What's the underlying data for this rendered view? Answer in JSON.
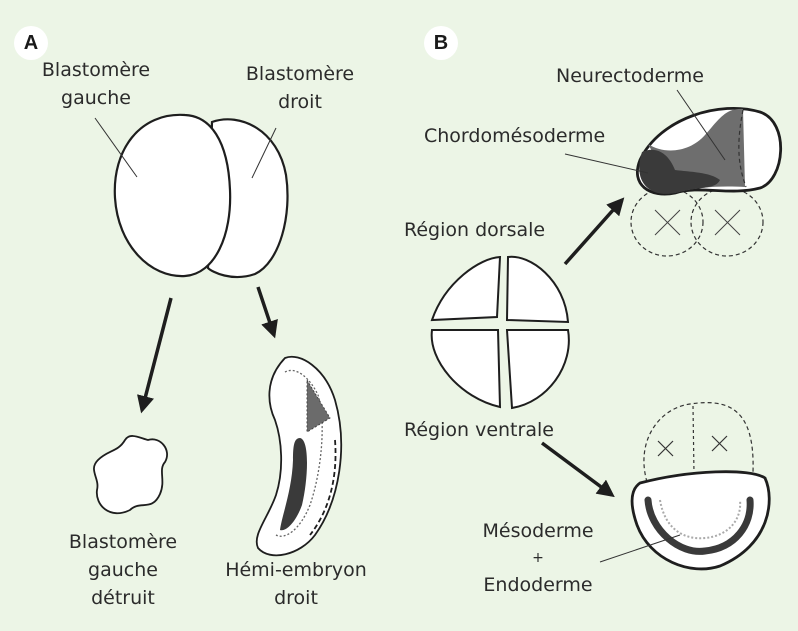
{
  "panels": {
    "a": {
      "badge": "A",
      "labels": {
        "left_blastomere_1": "Blastomère",
        "left_blastomere_2": "gauche",
        "right_blastomere_1": "Blastomère",
        "right_blastomere_2": "droit",
        "destroyed_1": "Blastomère",
        "destroyed_2": "gauche",
        "destroyed_3": "détruit",
        "half_embryo_1": "Hémi-embryon",
        "half_embryo_2": "droit"
      }
    },
    "b": {
      "badge": "B",
      "labels": {
        "neurectoderm": "Neurectoderme",
        "chordomesoderm": "Chordomésoderme",
        "dorsal_region": "Région dorsale",
        "ventral_region": "Région ventrale",
        "mesoderm": "Mésoderme",
        "plus": "+",
        "endoderm": "Endoderme"
      }
    }
  },
  "colors": {
    "background": "#ecf5e6",
    "outline": "#1e1e1e",
    "dark_tissue": "#3a3a3a",
    "mid_tissue": "#6b6b6b",
    "cell_fill": "#ffffff"
  }
}
